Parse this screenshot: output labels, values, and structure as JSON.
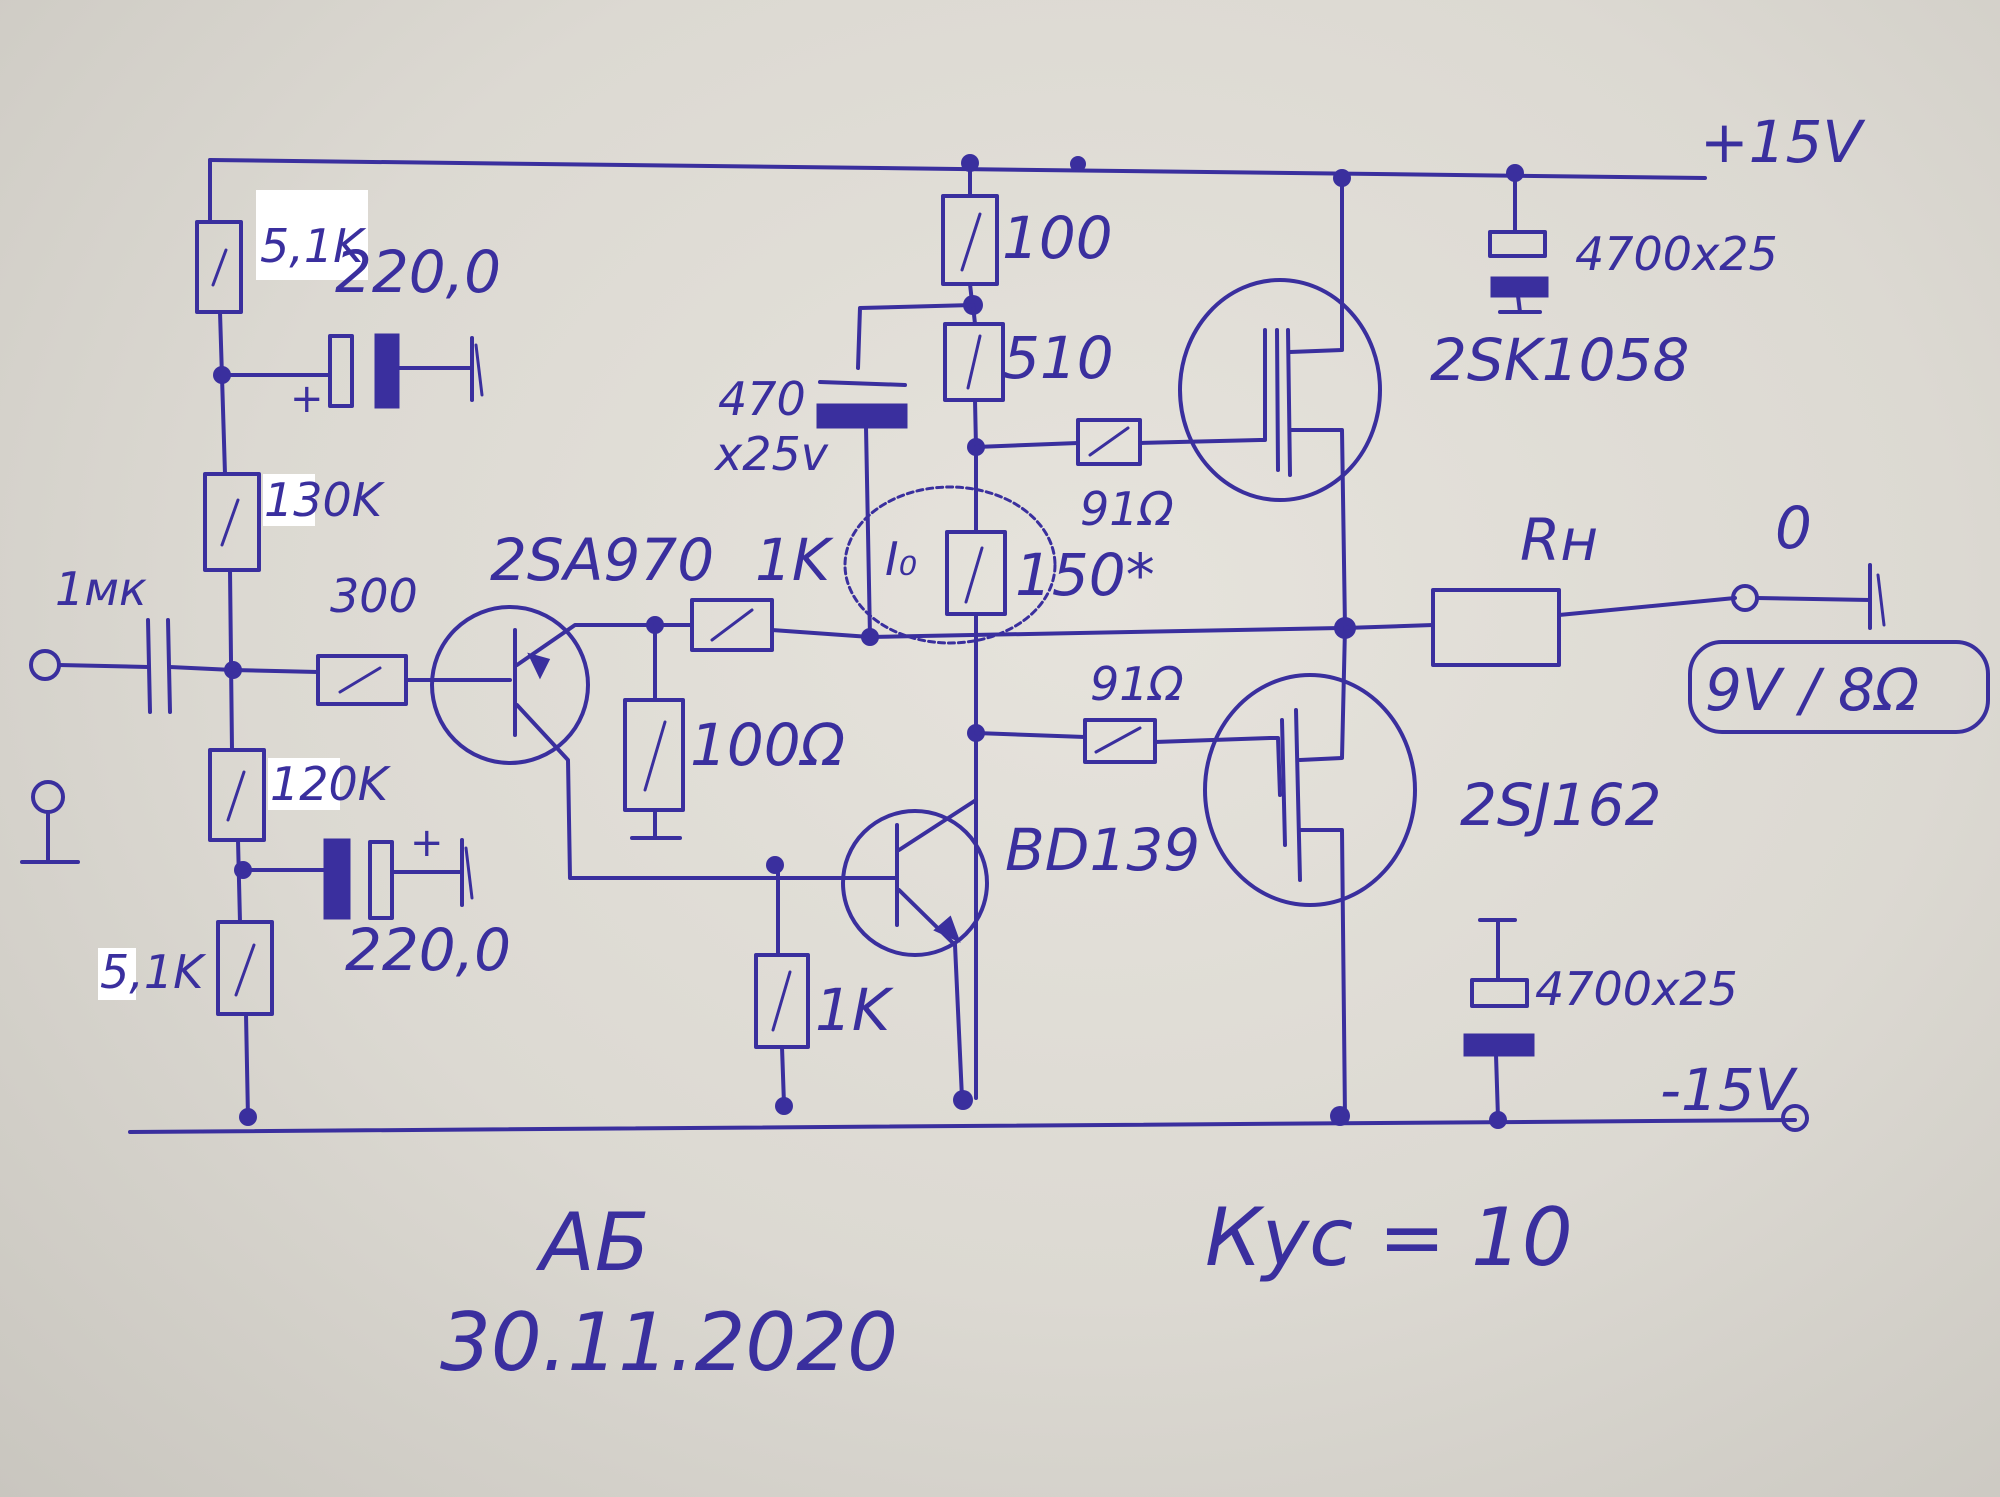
{
  "rails": {
    "positive": "+15V",
    "negative": "-15V"
  },
  "bias_chain": {
    "r_top": "5,1K",
    "r_upper": "130K",
    "r_lower": "120K",
    "r_bottom": "5,1K",
    "c_upper": "220,0",
    "c_lower": "220,0"
  },
  "input": {
    "cap": "1мк",
    "series_r": "300"
  },
  "pnp": {
    "part": "2SA970",
    "collector_r": "1K",
    "emitter_r": "100Ω"
  },
  "vas": {
    "part": "BD139",
    "base_r": "1K"
  },
  "bootstrap": {
    "r_top": "100",
    "r_mid": "510",
    "cap": "470",
    "cap_voltage": "x25v",
    "bias_r": "150*",
    "current_label": "I₀"
  },
  "gate_resistors": {
    "upper": "91Ω",
    "lower": "91Ω"
  },
  "mosfets": {
    "upper": "2SK1058",
    "lower": "2SJ162"
  },
  "supply_caps": {
    "upper": "4700x25",
    "lower": "4700x25"
  },
  "load": {
    "label": "Rн",
    "ground_label": "0",
    "rating": "9V / 8Ω"
  },
  "footer": {
    "author": "АБ",
    "date": "30.11.2020",
    "gain": "Кус = 10"
  }
}
